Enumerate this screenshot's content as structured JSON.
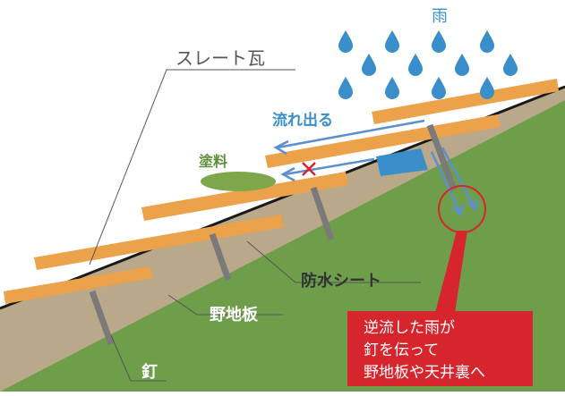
{
  "labels": {
    "rain": "雨",
    "slate": "スレート瓦",
    "flow_out": "流れ出る",
    "paint": "塗料",
    "waterproof_sheet": "防水シート",
    "roof_board": "野地板",
    "nail": "釘"
  },
  "callout": {
    "line1": "逆流した雨が",
    "line2": "釘を伝って",
    "line3": "野地板や天井裏へ"
  },
  "colors": {
    "slate": "#ECA24A",
    "board": "#B9A98A",
    "green": "#6E9E4A",
    "water": "#3A8FCB",
    "flow_arrow": "#5B8FD0",
    "callout_bg": "#D7252D",
    "paint": "#7EA64A",
    "nail": "#7A7A7A",
    "membrane": "#1A1A1A"
  }
}
